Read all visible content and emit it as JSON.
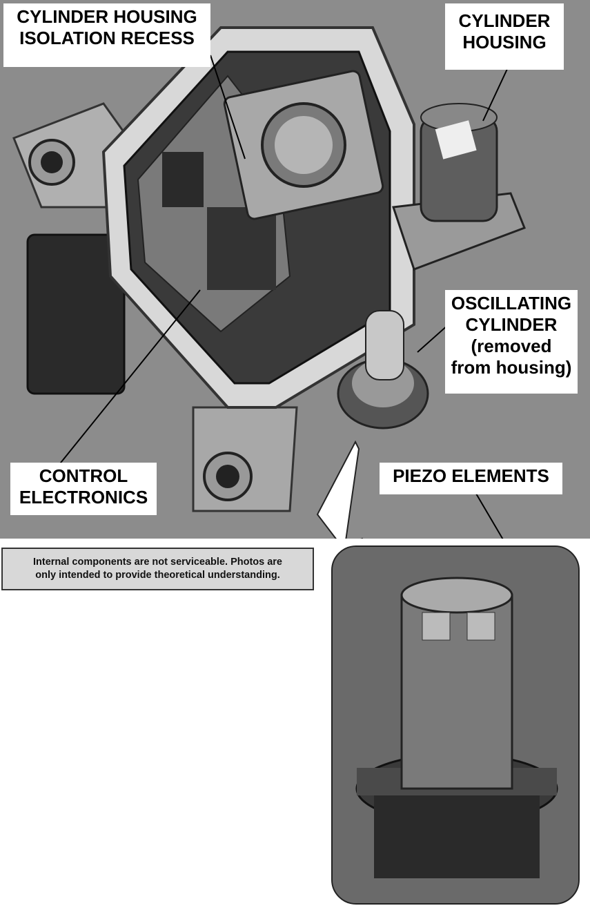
{
  "labels": {
    "isolation_recess": [
      "CYLINDER HOUSING",
      "ISOLATION RECESS"
    ],
    "cylinder_housing": [
      "CYLINDER",
      "HOUSING"
    ],
    "oscillating_cylinder": [
      "OSCILLATING",
      "CYLINDER",
      "(removed",
      "from housing)"
    ],
    "control_electronics": [
      "CONTROL",
      "ELECTRONICS"
    ],
    "piezo_elements": "PIEZO ELEMENTS"
  },
  "note": [
    "Internal components are not serviceable.  Photos are",
    "only intended to provide theoretical understanding."
  ]
}
